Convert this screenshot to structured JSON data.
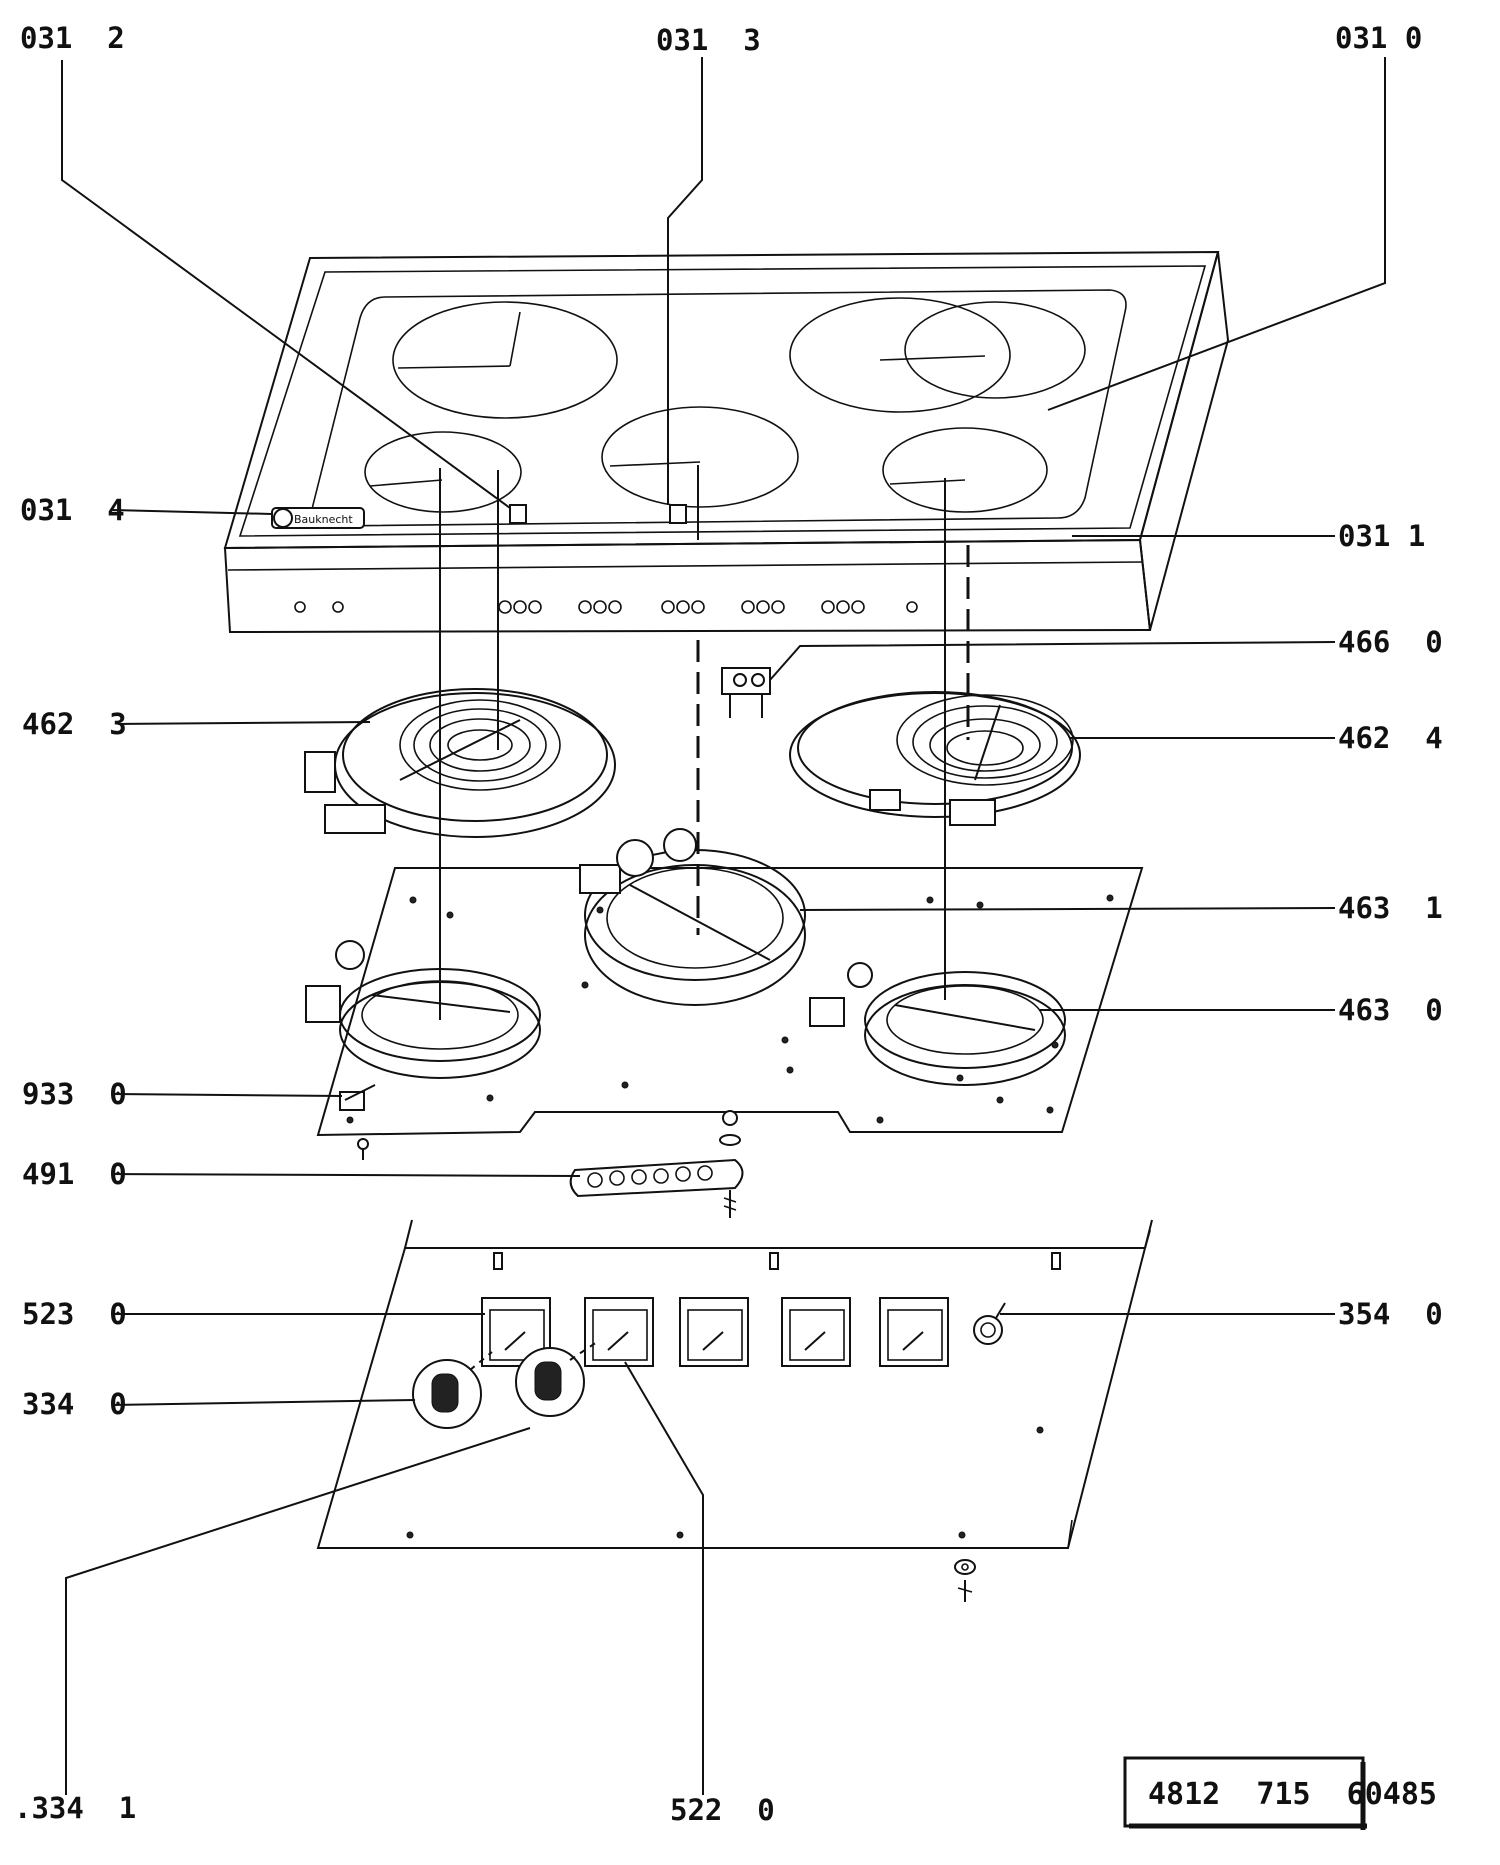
{
  "diagram": {
    "callouts": [
      {
        "id": "c0312",
        "text": "031  2"
      },
      {
        "id": "c0313",
        "text": "031  3"
      },
      {
        "id": "c0310",
        "text": "031 0"
      },
      {
        "id": "c0314",
        "text": "031  4"
      },
      {
        "id": "c0311",
        "text": "031 1"
      },
      {
        "id": "c4660",
        "text": "466  0"
      },
      {
        "id": "c4623",
        "text": "462  3"
      },
      {
        "id": "c4624",
        "text": "462  4"
      },
      {
        "id": "c4631",
        "text": "463  1"
      },
      {
        "id": "c4630",
        "text": "463  0"
      },
      {
        "id": "c9330",
        "text": "933  0"
      },
      {
        "id": "c4910",
        "text": "491  0"
      },
      {
        "id": "c5230",
        "text": "523  0"
      },
      {
        "id": "c3540",
        "text": "354  0"
      },
      {
        "id": "c3340",
        "text": "334  0"
      },
      {
        "id": "c3341",
        "text": ".334  1"
      },
      {
        "id": "c5220",
        "text": "522  0"
      }
    ],
    "reference_number": "4812  715  60485",
    "brand_badge": "Bauknecht"
  }
}
